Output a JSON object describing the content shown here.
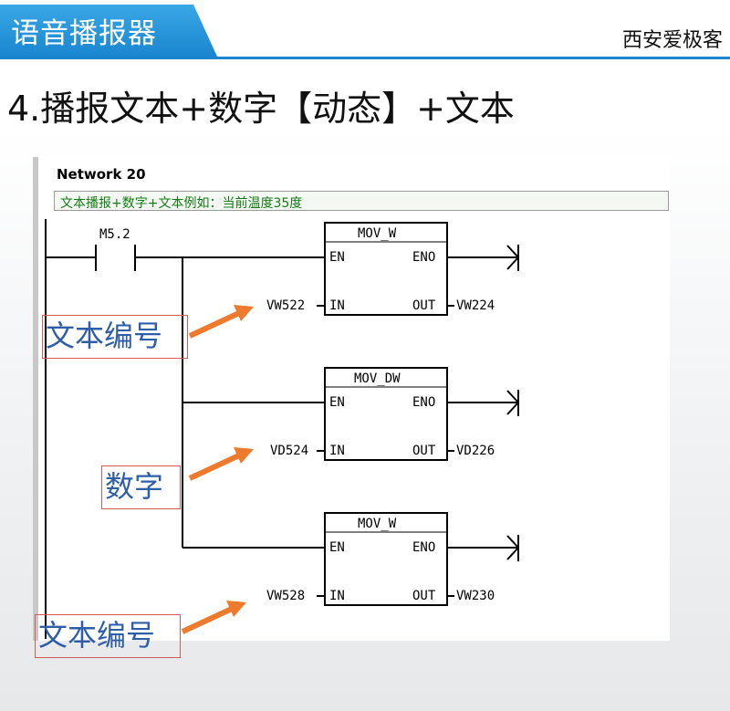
{
  "header": {
    "title": "语音播报器",
    "brand": "西安爱极客"
  },
  "heading": "4.播报文本+数字【动态】+文本",
  "network": {
    "title": "Network 20",
    "comment": "文本播报+数字+文本例如：当前温度35度"
  },
  "contact": {
    "label": "M5.2"
  },
  "blocks": [
    {
      "name": "MOV_W",
      "en": "EN",
      "eno": "ENO",
      "in_label": "IN",
      "out_label": "OUT",
      "in_operand": "VW522",
      "out_operand": "VW224"
    },
    {
      "name": "MOV_DW",
      "en": "EN",
      "eno": "ENO",
      "in_label": "IN",
      "out_label": "OUT",
      "in_operand": "VD524",
      "out_operand": "VD226"
    },
    {
      "name": "MOV_W",
      "en": "EN",
      "eno": "ENO",
      "in_label": "IN",
      "out_label": "OUT",
      "in_operand": "VW528",
      "out_operand": "VW230"
    }
  ],
  "callouts": [
    "文本编号",
    "数字",
    "文本编号"
  ],
  "colors": {
    "accent": "#1a86cf",
    "arrow": "#ee7a2e",
    "callout_text": "#2f5ea8",
    "callout_border": "#d45a5a",
    "comment_text": "#157a15"
  }
}
